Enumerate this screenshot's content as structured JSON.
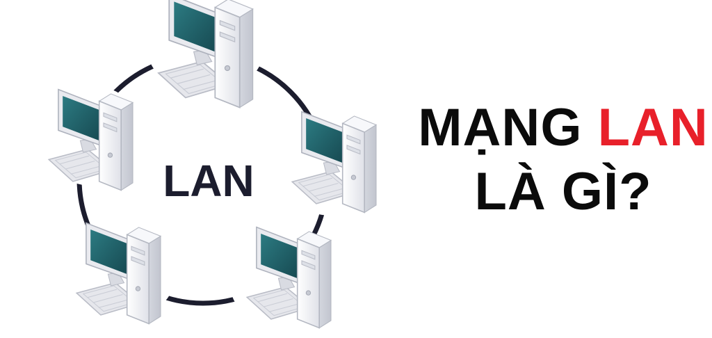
{
  "diagram": {
    "center_label": "LAN",
    "node_count": 5,
    "node_names": [
      "computer-top",
      "computer-left",
      "computer-right",
      "computer-bottom-left",
      "computer-bottom-right"
    ],
    "icon": "desktop-computer-icon"
  },
  "headline": {
    "line1_prefix": "MẠNG",
    "line1_accent": "LAN",
    "line2": "LÀ GÌ?"
  },
  "colors": {
    "ring": "#1c1d2e",
    "label": "#1c1d2e",
    "accent": "#e8202a",
    "headline": "#0b0b0b",
    "screen": "#1f5f66",
    "monitor_case": "#e9eaef",
    "tower": "#f2f3f7"
  }
}
